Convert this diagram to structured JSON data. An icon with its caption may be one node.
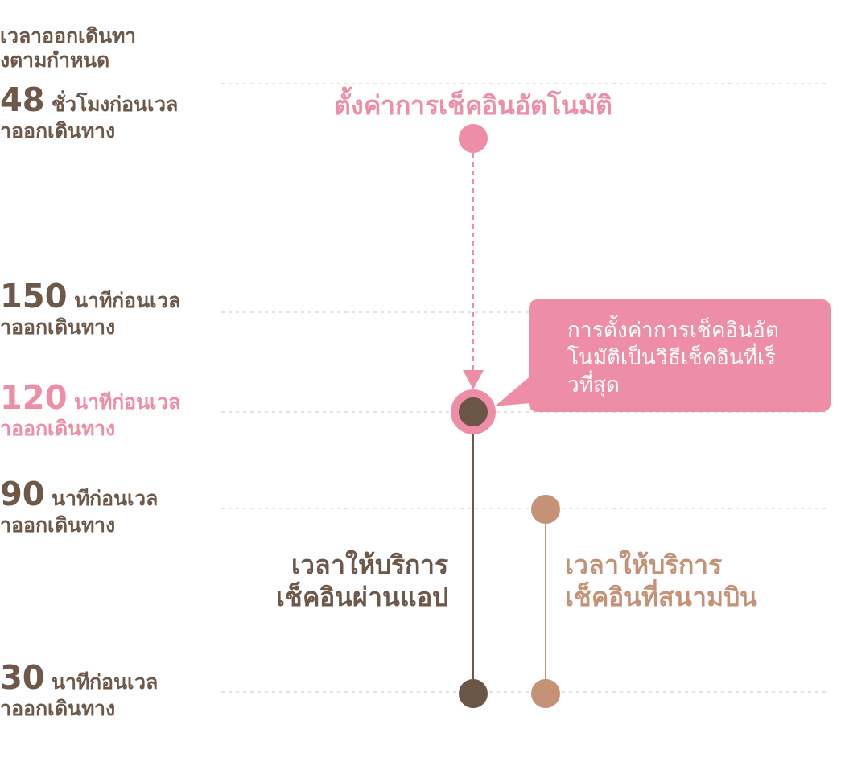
{
  "diagram": {
    "nodes": [
      {
        "text": [],
        "shape": "circle",
        "beside": [
          "ตั้งค่าการเช็คอินอัตโนมัติ"
        ]
      },
      {
        "text": [],
        "shape": "circle"
      },
      {
        "text": [
          "การตั้งค่าการเช็คอินอัตโนมัติเป็นวิธีเช็คอินที่เร็วที่สุด"
        ]
      },
      {
        "text": [],
        "shape": "circle"
      },
      {
        "text": [],
        "shape": "circle"
      },
      {
        "text": [],
        "shape": "circle"
      }
    ],
    "edges": [
      {
        "from": 0,
        "to": 1,
        "arrow": "to",
        "style": "dashed",
        "color": "#ee8ea6"
      },
      {
        "from": 2,
        "to": 1,
        "arrow": "to",
        "color": "#ee8ea6"
      },
      {
        "from": 1,
        "to": 3,
        "arrow": "none",
        "label": "เวลาให้บริการเช็คอินผ่านแอป",
        "color": "#6d5849"
      },
      {
        "from": 4,
        "to": 5,
        "arrow": "none",
        "label": "เวลาให้บริการเช็คอินที่สนามบิน",
        "color": "#c49276"
      }
    ],
    "labels": [
      "เวลาออกเดินทางตามกำหนด",
      "48 ชั่วโมงก่อนเวลาออกเดินทาง",
      "150 นาทีก่อนเวลาออกเดินทาง",
      "120 นาทีก่อนเวลาออกเดินทาง",
      "90 นาทีก่อนเวลาออกเดินทาง",
      "30 นาทีก่อนเวลาออกเดินทาง"
    ]
  }
}
